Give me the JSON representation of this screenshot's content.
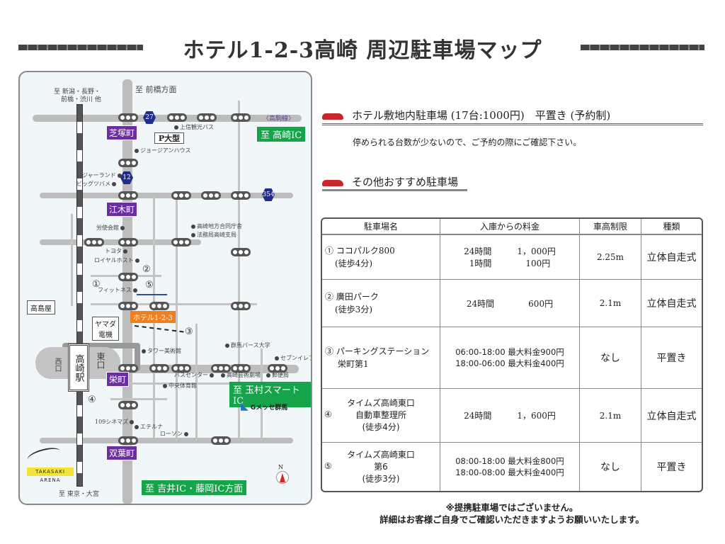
{
  "title": "ホテル1-2-3高崎 周辺駐車場マップ",
  "map": {
    "dir_north_top": "至 新潟・長野・",
    "dir_north_top2": "前橋・渋川 他",
    "dir_maebashi": "至 前橋方面",
    "komagome": "〈高駒線〉",
    "ic_takasaki": "至 高崎IC",
    "ic_tamamura": "至 玉村スマートIC",
    "ic_yoshii": "至 吉井IC・藤岡IC方面",
    "dir_tokyo": "至 東京・大宮",
    "towns": [
      "芝塚町",
      "江木町",
      "栄町",
      "双葉町"
    ],
    "routes": [
      "27",
      "12",
      "354"
    ],
    "p_large": "P大型",
    "hotel": "ホテル1-2-3",
    "station": "高崎駅",
    "west_exit": "西口",
    "east_exit": "東口",
    "takashimaya": "高島屋",
    "yamada": "ヤマダ電機",
    "landmarks": [
      "上信観光バス",
      "ジョージアンハウス",
      "レジャーランド",
      "ビッグツバメ",
      "労使会館",
      "トヨタ",
      "ロイヤルホスト",
      "フィットネス",
      "高崎地方合同庁舎",
      "法務局高崎支局",
      "タワー美術館",
      "群馬パース大学",
      "セブンイレブン",
      "バスセンター",
      "高崎芸術劇場",
      "郵便局",
      "中央体育館",
      "109シネマズ",
      "エテルナ",
      "ローソン"
    ],
    "gmesse": "Gメッセ群馬",
    "arena": "TAKASAKI ARENA",
    "north": "N",
    "markers": [
      "①",
      "②",
      "③",
      "④",
      "⑤"
    ]
  },
  "hotel_parking": {
    "heading": "ホテル敷地内駐車場 (17台:1000円)　平置き (予約制)",
    "note": "停められる台数が少ないので、ご予約の際にご確認下さい。"
  },
  "other_heading": "その他おすすめ駐車場",
  "table": {
    "headers": [
      "駐車場名",
      "入庫からの料金",
      "車高制限",
      "種類"
    ],
    "rows": [
      {
        "name": "① ココパルク800",
        "walk": "(徒歩4分)",
        "fee1": "24時間　　　1，000円",
        "fee2": "1時間　　　　100円",
        "height": "2.25m",
        "type": "立体自走式"
      },
      {
        "name": "② 廣田パーク",
        "walk": "(徒歩3分)",
        "fee1": "24時間　　　　600円",
        "fee2": "",
        "height": "2.1m",
        "type": "立体自走式"
      },
      {
        "name": "③ パーキングステーション",
        "walk": "栄町第1",
        "fee1": "06:00-18:00 最大料金900円",
        "fee2": "18:00-06:00 最大料金400円",
        "height": "なし",
        "type": "平置き"
      },
      {
        "name": "タイムズ高崎東口",
        "walk": "自動車整理所",
        "walk2": "(徒歩4分)",
        "mark": "④",
        "fee1": "24時間　　　1，600円",
        "fee2": "",
        "height": "2.1m",
        "type": "立体自走式"
      },
      {
        "name": "タイムズ高崎東口",
        "walk": "第6",
        "walk2": "(徒歩3分)",
        "mark": "⑤",
        "fee1": "08:00-18:00 最大料金800円",
        "fee2": "18:00-08:00 最大料金400円",
        "height": "なし",
        "type": "平置き"
      }
    ]
  },
  "footer": {
    "line1": "※提携駐車場ではございません。",
    "line2": "詳細はお客様ご自身でご確認いただきますようお願いいたします。"
  },
  "colors": {
    "town": "#6a2e9e",
    "ic": "#15a44a",
    "hotel": "#f07f1e",
    "route": "#1f2d8c"
  }
}
